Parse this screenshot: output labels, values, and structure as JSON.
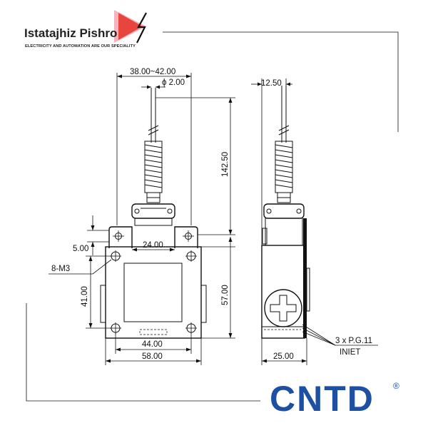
{
  "brand": {
    "title": "Istatajhiz Pishro",
    "tagline": "ELECTRICITY AND AUTOMATION ARE OUR SPECIALITY",
    "logo_icon": "play-triangle-bolt-icon",
    "logo_color_red": "#e8463c",
    "logo_color_pink": "#f3a0b0"
  },
  "manufacturer": {
    "name": "CNTD",
    "registered_mark": "®",
    "color": "#1d4fa3"
  },
  "dimensions": {
    "lever_length": "38.00~42.00",
    "rod_diameter": "ϕ 2.00",
    "total_height": "142.50",
    "side_rod_offset": "12.50",
    "mount_hole_offset": "5.00",
    "top_hole_spacing": "24.00",
    "screw_spec": "8-M3",
    "body_hole_spacing_vertical": "41.00",
    "body_height": "57.00",
    "body_hole_spacing_horizontal": "44.00",
    "body_width": "58.00",
    "side_depth": "25.00",
    "inlet_spec": "3 x P.G.11",
    "inlet_label": "INIET"
  }
}
